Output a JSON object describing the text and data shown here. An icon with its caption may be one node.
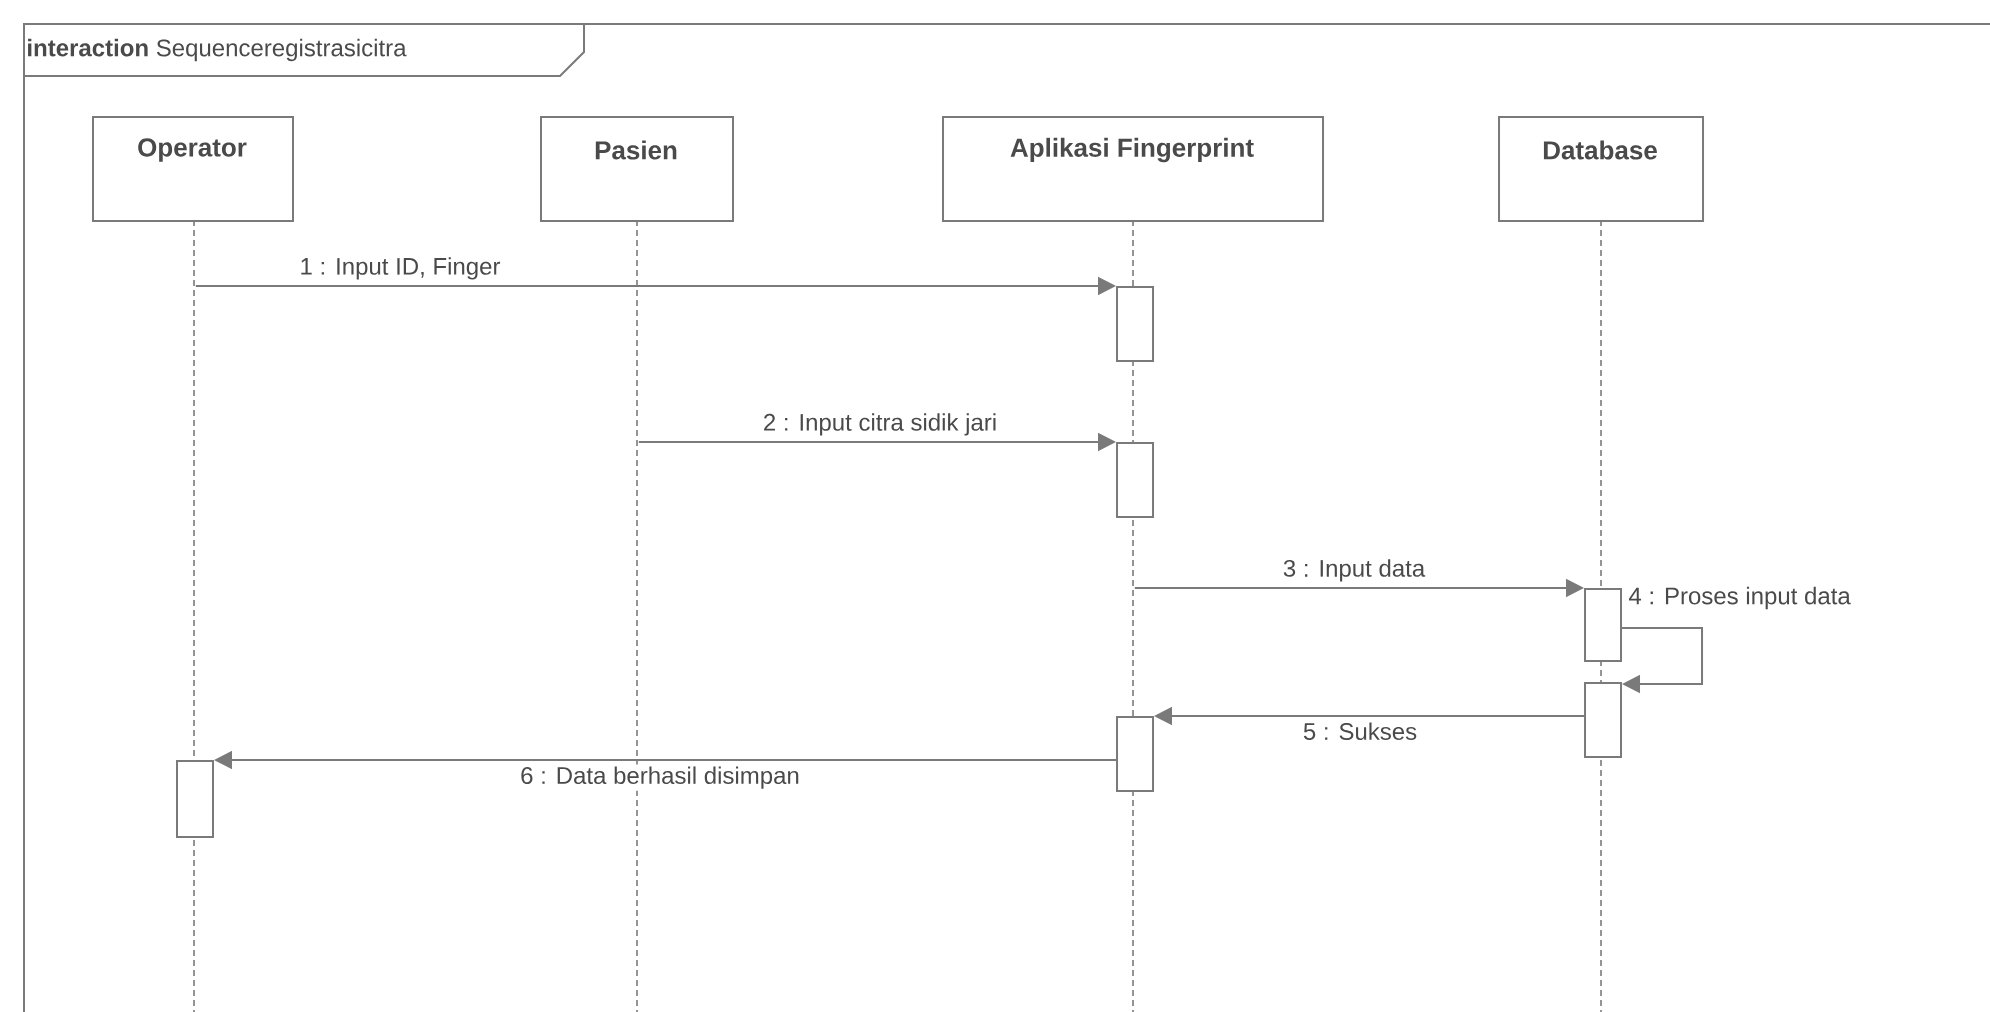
{
  "diagram": {
    "nodes": [
      {
        "text": [
          "**interaction** Sequenceregistrasicitra"
        ]
      },
      {
        "text": [
          "Operator"
        ],
        "in": 0
      },
      {
        "text": [
          "Pasien"
        ],
        "in": 0
      },
      {
        "text": [
          "Aplikasi Fingerprint"
        ],
        "in": 0
      },
      {
        "text": [
          "Database"
        ],
        "in": 0
      },
      {
        "text": [],
        "shape": "line",
        "in": 0
      },
      {
        "text": [],
        "shape": "line",
        "in": 0
      },
      {
        "text": [],
        "shape": "line",
        "in": 0
      },
      {
        "text": [],
        "shape": "line",
        "in": 0
      },
      {
        "text": [],
        "shape": "bar",
        "in": 0
      },
      {
        "text": [],
        "shape": "bar",
        "in": 0
      },
      {
        "text": [],
        "shape": "bar",
        "in": 0
      },
      {
        "text": [],
        "shape": "bar",
        "in": 0
      },
      {
        "text": [],
        "shape": "bar",
        "in": 0
      },
      {
        "text": [],
        "shape": "bar",
        "in": 0
      }
    ],
    "edges": [
      {
        "from": 5,
        "to": 9,
        "arrow": "to",
        "label": "1 : Input ID, Finger"
      },
      {
        "from": 6,
        "to": 10,
        "arrow": "to",
        "label": "2 : Input citra sidik jari"
      },
      {
        "from": 7,
        "to": 11,
        "arrow": "to",
        "label": "3 : Input data"
      },
      {
        "from": 11,
        "to": 12,
        "arrow": "to",
        "label": "4 : Proses input data"
      },
      {
        "from": 12,
        "to": 13,
        "arrow": "to",
        "label": "5 : Sukses"
      },
      {
        "from": 13,
        "to": 14,
        "arrow": "to",
        "label": "6 : Data berhasil disimpan"
      }
    ]
  }
}
